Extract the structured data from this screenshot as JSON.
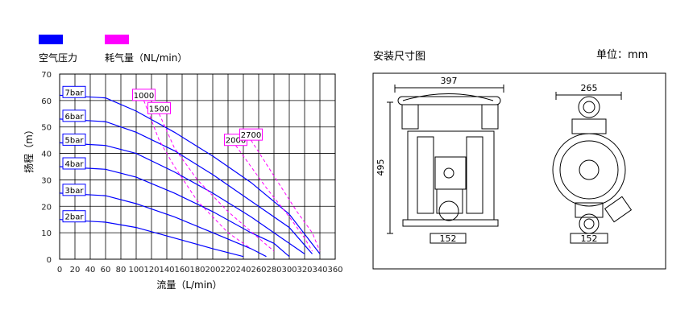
{
  "legend": [
    {
      "label": "空气压力",
      "color": "#0000ff"
    },
    {
      "label": "耗气量（NL/min）",
      "color": "#ff00ff"
    }
  ],
  "chart_data": {
    "type": "line",
    "xlabel": "流量（L/min）",
    "ylabel": "扬程（m）",
    "xlim": [
      0,
      360
    ],
    "ylim": [
      0,
      70
    ],
    "xticks": [
      0,
      20,
      40,
      60,
      80,
      100,
      120,
      140,
      160,
      180,
      200,
      220,
      240,
      260,
      280,
      300,
      320,
      340,
      360
    ],
    "yticks": [
      0,
      10,
      20,
      30,
      40,
      50,
      60,
      70
    ],
    "grid": true,
    "pressure_series": [
      {
        "name": "7bar",
        "x": [
          0,
          60,
          100,
          150,
          200,
          250,
          300,
          340
        ],
        "y": [
          62,
          61,
          56,
          48,
          39,
          29,
          17,
          2
        ]
      },
      {
        "name": "6bar",
        "x": [
          0,
          60,
          100,
          150,
          200,
          250,
          300,
          330
        ],
        "y": [
          53,
          52,
          48,
          41,
          32,
          22,
          12,
          2
        ]
      },
      {
        "name": "5bar",
        "x": [
          0,
          60,
          100,
          150,
          200,
          250,
          290,
          320
        ],
        "y": [
          44,
          43,
          40,
          33,
          25,
          16,
          8,
          2
        ]
      },
      {
        "name": "4bar",
        "x": [
          0,
          60,
          100,
          150,
          200,
          250,
          280,
          300
        ],
        "y": [
          35,
          34,
          31,
          25,
          18,
          10,
          6,
          1
        ]
      },
      {
        "name": "3bar",
        "x": [
          0,
          60,
          100,
          150,
          200,
          250,
          270
        ],
        "y": [
          25,
          24,
          21,
          16,
          10,
          4,
          1
        ]
      },
      {
        "name": "2bar",
        "x": [
          0,
          60,
          100,
          150,
          200,
          240
        ],
        "y": [
          15,
          14,
          12,
          8,
          4,
          1
        ]
      }
    ],
    "air_consumption_series": [
      {
        "name": "1000",
        "x": [
          110,
          130,
          150,
          180,
          220,
          250
        ],
        "y": [
          60,
          45,
          35,
          22,
          10,
          4
        ]
      },
      {
        "name": "1500",
        "x": [
          130,
          150,
          180,
          220,
          260,
          280
        ],
        "y": [
          55,
          42,
          30,
          18,
          8,
          3
        ]
      },
      {
        "name": "2000",
        "x": [
          230,
          250,
          270,
          300,
          320,
          330
        ],
        "y": [
          43,
          35,
          27,
          16,
          8,
          3
        ]
      },
      {
        "name": "2700",
        "x": [
          250,
          270,
          290,
          310,
          330,
          340
        ],
        "y": [
          45,
          36,
          27,
          18,
          10,
          3
        ]
      }
    ],
    "pressure_labels": [
      "7bar",
      "6bar",
      "5bar",
      "4bar",
      "3bar",
      "2bar"
    ],
    "flow_labels": [
      "1000",
      "1500",
      "2000",
      "2700"
    ]
  },
  "drawing": {
    "title": "安装尺寸图",
    "unit": "单位：mm",
    "dims": {
      "width_front": "397",
      "height_front": "495",
      "base_front": "152",
      "width_side": "265",
      "base_side": "152"
    }
  },
  "colors": {
    "pressure": "#0000ff",
    "air": "#ff00ff",
    "grid": "#000000"
  }
}
